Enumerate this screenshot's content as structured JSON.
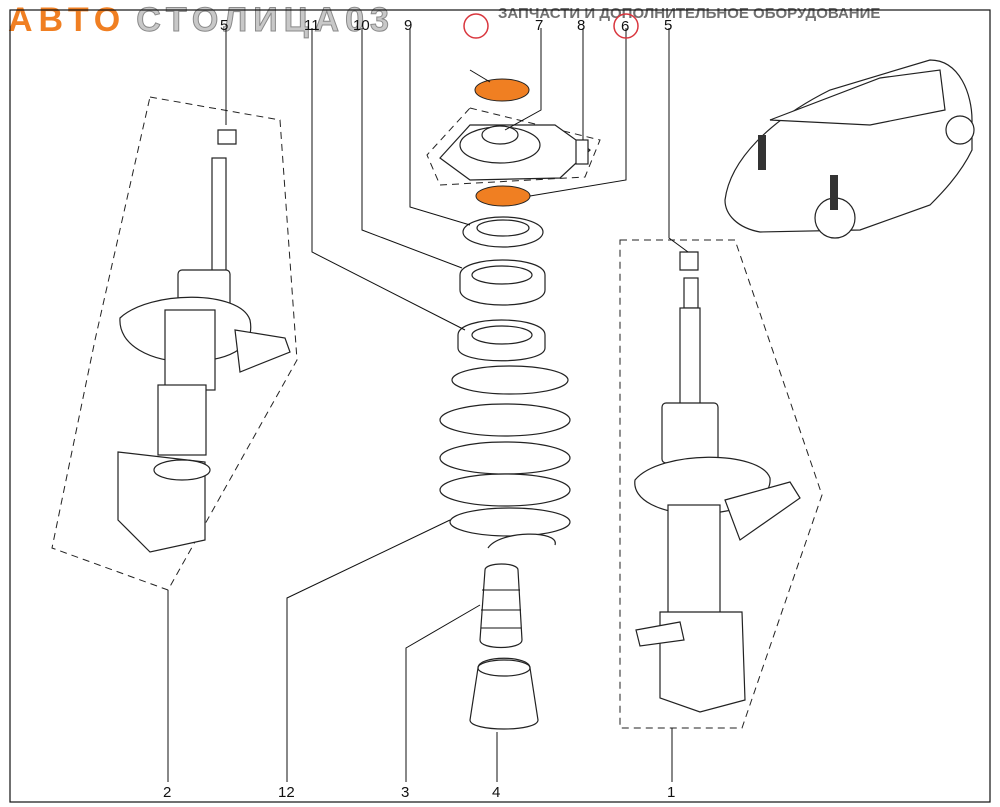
{
  "brand": {
    "first": "АВТО",
    "second": "СТОЛИЦА03",
    "tagline": "ЗАПЧАСТИ И ДОПОЛНИТЕЛЬНОЕ ОБОРУДОВАНИЕ",
    "first_color": "#f07f22",
    "second_color": "#c8c8c8"
  },
  "highlight_color": "#f07f22",
  "circle_color": "#d9363e",
  "labels": {
    "top": [
      "5",
      "11",
      "10",
      "9",
      "",
      "7",
      "8",
      "6",
      "5"
    ],
    "bottom": [
      "2",
      "12",
      "3",
      "4",
      "1"
    ]
  }
}
